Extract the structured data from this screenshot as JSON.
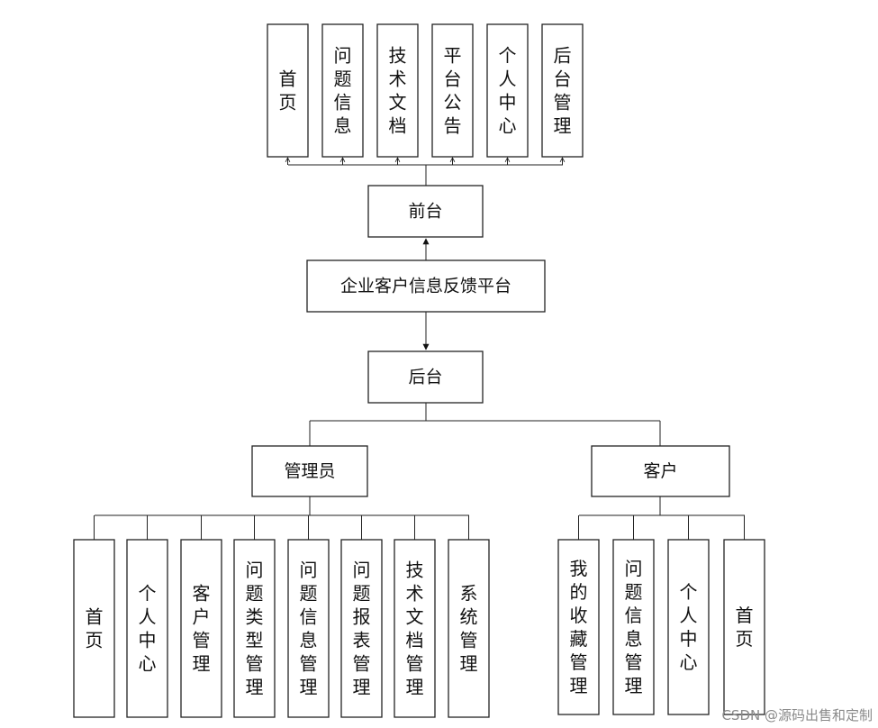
{
  "diagram": {
    "root": "企业客户信息反馈平台",
    "frontend": {
      "label": "前台",
      "children": [
        "首页",
        "问题信息",
        "技术文档",
        "平台公告",
        "个人中心",
        "后台管理"
      ]
    },
    "backend": {
      "label": "后台",
      "admin": {
        "label": "管理员",
        "children": [
          "首页",
          "个人中心",
          "客户管理",
          "问题类型管理",
          "问题信息管理",
          "问题报表管理",
          "技术文档管理",
          "系统管理"
        ]
      },
      "customer": {
        "label": "客户",
        "children": [
          "我的收藏管理",
          "问题信息管理",
          "个人中心",
          "首页"
        ]
      }
    }
  },
  "watermark": "CSDN @源码出售和定制"
}
